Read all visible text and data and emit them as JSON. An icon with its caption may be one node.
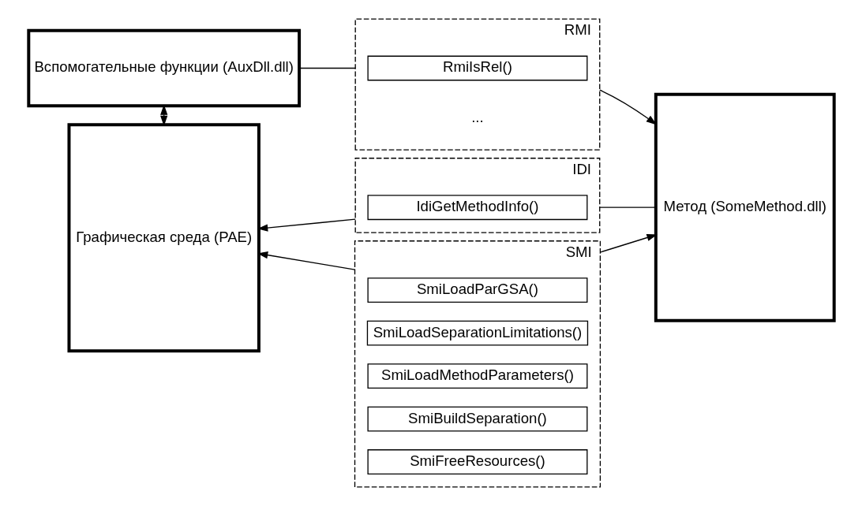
{
  "diagram": {
    "nodes": [
      {
        "text": [
          "Вспомогательные функции (AuxDll.dll)"
        ]
      },
      {
        "text": [
          "RMI"
        ]
      },
      {
        "text": [
          "RmiIsRel()"
        ],
        "in": 1
      },
      {
        "text": [
          "Графическая среда (PAE)"
        ]
      },
      {
        "text": [
          "IDI"
        ]
      },
      {
        "text": [
          "IdiGetMethodInfo()"
        ],
        "in": 4
      },
      {
        "text": [
          "Метод (SomeMethod.dll)"
        ]
      },
      {
        "text": [
          "SMI"
        ]
      },
      {
        "text": [
          "SmiLoadParGSA()"
        ],
        "in": 7
      },
      {
        "text": [
          "SmiLoadSeparationLimitations()"
        ],
        "in": 7
      },
      {
        "text": [
          "SmiLoadMethodParameters()"
        ],
        "in": 7
      },
      {
        "text": [
          "SmiBuildSeparation()"
        ],
        "in": 7
      },
      {
        "text": [
          "SmiFreeResources()"
        ],
        "in": 7
      }
    ],
    "edges": [
      {
        "from": 0,
        "to": 1,
        "arrow": "none"
      },
      {
        "from": 1,
        "to": 6,
        "arrow": "to"
      },
      {
        "from": 0,
        "to": 3,
        "arrow": "both"
      },
      {
        "from": 6,
        "to": 4,
        "arrow": "none"
      },
      {
        "from": 4,
        "to": 3,
        "arrow": "to"
      },
      {
        "from": 7,
        "to": 3,
        "arrow": "to"
      },
      {
        "from": 7,
        "to": 6,
        "arrow": "to"
      }
    ],
    "labels": [
      "..."
    ]
  }
}
